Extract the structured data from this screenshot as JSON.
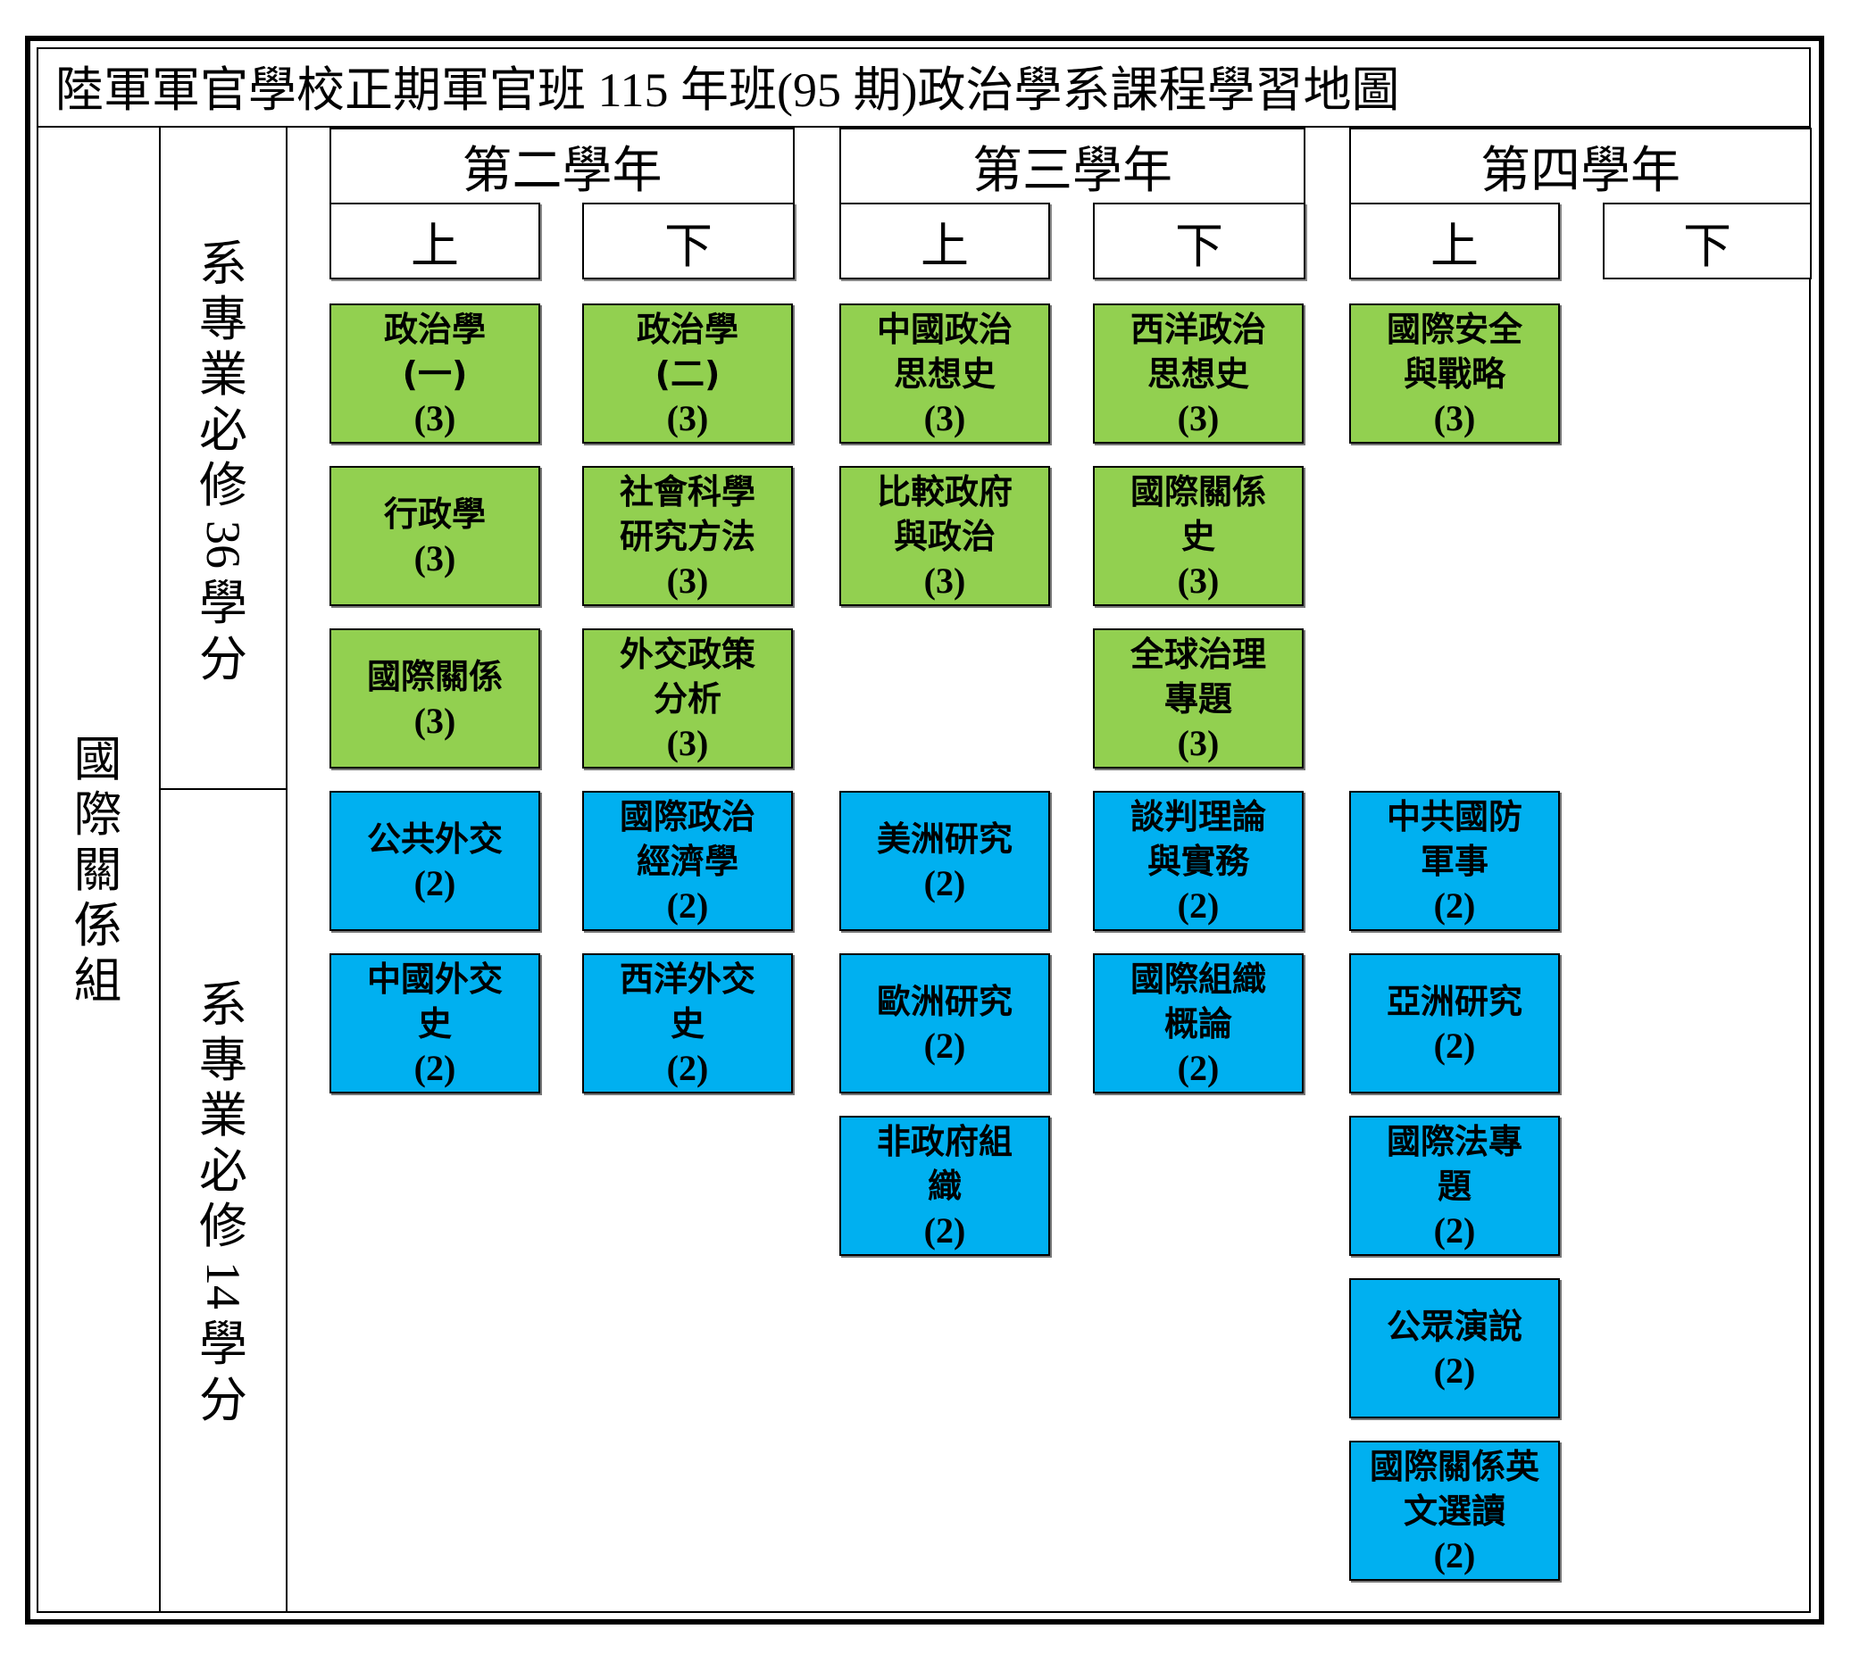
{
  "title": {
    "part1": "陸軍軍官學校正期軍官班",
    "part2": " 115 ",
    "part3": "年班",
    "part4": "(95 ",
    "part5": "期",
    "part6": ")",
    "part7": "政治學系課程學習地圖"
  },
  "group_label": "國際關係組",
  "sections": [
    {
      "label_pre": "系專業必修",
      "digits": "36",
      "label_post": "學分"
    },
    {
      "label_pre": "系專業必修",
      "digits": "14",
      "label_post": "學分"
    }
  ],
  "years": [
    "第二學年",
    "第三學年",
    "第四學年"
  ],
  "semesters": [
    "上",
    "下",
    "上",
    "下",
    "上",
    "下"
  ],
  "courses": [
    {
      "name": "政治學\n(一)",
      "credit": "(3)",
      "color": "#92d050"
    },
    {
      "name": "行政學",
      "credit": "(3)",
      "color": "#92d050"
    },
    {
      "name": "國際關係",
      "credit": "(3)",
      "color": "#92d050"
    },
    {
      "name": "公共外交",
      "credit": "(2)",
      "color": "#00b0f0"
    },
    {
      "name": "中國外交\n史",
      "credit": "(2)",
      "color": "#00b0f0"
    },
    {
      "name": "政治學\n(二)",
      "credit": "(3)",
      "color": "#92d050"
    },
    {
      "name": "社會科學\n研究方法",
      "credit": "(3)",
      "color": "#92d050"
    },
    {
      "name": "外交政策\n分析",
      "credit": "(3)",
      "color": "#92d050"
    },
    {
      "name": "國際政治\n經濟學",
      "credit": "(2)",
      "color": "#00b0f0"
    },
    {
      "name": "西洋外交\n史",
      "credit": "(2)",
      "color": "#00b0f0"
    },
    {
      "name": "中國政治\n思想史",
      "credit": "(3)",
      "color": "#92d050"
    },
    {
      "name": "比較政府\n與政治",
      "credit": "(3)",
      "color": "#92d050"
    },
    {
      "name": "美洲研究",
      "credit": "(2)",
      "color": "#00b0f0"
    },
    {
      "name": "歐洲研究",
      "credit": "(2)",
      "color": "#00b0f0"
    },
    {
      "name": "非政府組\n織",
      "credit": "(2)",
      "color": "#00b0f0"
    },
    {
      "name": "西洋政治\n思想史",
      "credit": "(3)",
      "color": "#92d050"
    },
    {
      "name": "國際關係\n史",
      "credit": "(3)",
      "color": "#92d050"
    },
    {
      "name": "全球治理\n專題",
      "credit": "(3)",
      "color": "#92d050"
    },
    {
      "name": "談判理論\n與實務",
      "credit": "(2)",
      "color": "#00b0f0"
    },
    {
      "name": "國際組織\n概論",
      "credit": "(2)",
      "color": "#00b0f0"
    },
    {
      "name": "國際安全\n與戰略",
      "credit": "(3)",
      "color": "#92d050"
    },
    {
      "name": "中共國防\n軍事",
      "credit": "(2)",
      "color": "#00b0f0"
    },
    {
      "name": "亞洲研究",
      "credit": "(2)",
      "color": "#00b0f0"
    },
    {
      "name": "國際法專\n題",
      "credit": "(2)",
      "color": "#00b0f0"
    },
    {
      "name": "公眾演說",
      "credit": "(2)",
      "color": "#00b0f0"
    },
    {
      "name": "國際關係英\n文選讀",
      "credit": "(2)",
      "color": "#00b0f0"
    }
  ]
}
